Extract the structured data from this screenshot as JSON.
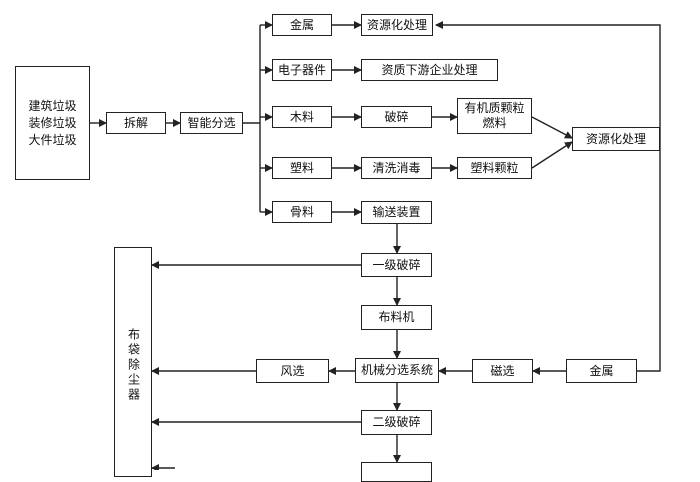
{
  "nodes": {
    "waste": "建筑垃圾\n装修垃圾\n大件垃圾",
    "dismantle": "拆解",
    "smart_sort": "智能分选",
    "metal": "金属",
    "resource1": "资源化处理",
    "electronics": "电子器件",
    "downstream": "资质下游企业处理",
    "wood": "木料",
    "crush": "破碎",
    "organic": "有机质颗粒\n燃料",
    "resource2": "资源化处理",
    "plastic": "塑料",
    "clean": "清洗消毒",
    "plastic_pellet": "塑料颗粒",
    "bone": "骨料",
    "conveyor": "输送装置",
    "crush1": "一级破碎",
    "spreader": "布料机",
    "wind_sort": "风选",
    "mech_sort": "机械分选系统",
    "mag_sort": "磁选",
    "metal2": "金属",
    "crush2": "二级破碎",
    "dust": "布袋除尘器"
  }
}
